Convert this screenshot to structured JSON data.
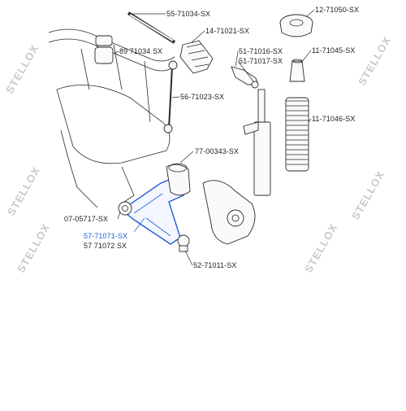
{
  "watermark": {
    "text": "STELLOX"
  },
  "colors": {
    "line": "#2a2a2a",
    "highlight": "#1f5fd6",
    "watermark": "#c9c9c9"
  },
  "parts": [
    {
      "id": "p1",
      "code": "55-71034-SX",
      "highlighted": false
    },
    {
      "id": "p2",
      "code": "14-71021-SX",
      "highlighted": false
    },
    {
      "id": "p3",
      "code": "89 71034 SX",
      "highlighted": false
    },
    {
      "id": "p4",
      "code": "51-71016-SX",
      "highlighted": false
    },
    {
      "id": "p5",
      "code": "51-71017-SX",
      "highlighted": false
    },
    {
      "id": "p6",
      "code": "12-71050-SX",
      "highlighted": false
    },
    {
      "id": "p7",
      "code": "11-71045-SX",
      "highlighted": false
    },
    {
      "id": "p8",
      "code": "56-71023-SX",
      "highlighted": false
    },
    {
      "id": "p9",
      "code": "11-71046-SX",
      "highlighted": false
    },
    {
      "id": "p10",
      "code": "77-00343-SX",
      "highlighted": false
    },
    {
      "id": "p11",
      "code": "07-05717-SX",
      "highlighted": false
    },
    {
      "id": "p12",
      "code": "57-71071-SX",
      "highlighted": true
    },
    {
      "id": "p13",
      "code": "57 71072 SX",
      "highlighted": false
    },
    {
      "id": "p14",
      "code": "52-71011-SX",
      "highlighted": false
    }
  ]
}
